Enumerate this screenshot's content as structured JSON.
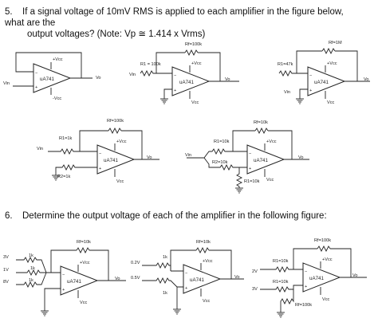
{
  "question5": {
    "number": "5.",
    "line1": "If a signal voltage of 10mV RMS is applied to each amplifier in the figure below, what are the",
    "line2": "output voltages? (Note: Vp ≅ 1.414 x Vrms)"
  },
  "question6": {
    "number": "6.",
    "text": "Determine the output voltage of each of the amplifier in the following figure:"
  },
  "labels": {
    "opamp": "uA741",
    "vcc_pos": "+Vcc",
    "vcc_neg": "-Vcc",
    "vcc_neg_alt": "Vcc",
    "vin": "Vin",
    "vin_lower": "Vin",
    "vo": "Vo",
    "rf_100k": "Rf=100k",
    "rf_1m": "Rf=1M",
    "rf_10k": "Rf=10k",
    "r1_100k": "R1 = 100k",
    "r1_47k": "R1=47k",
    "r1_1k": "R1=1k",
    "r2_1k": "R2=1k",
    "r1_10k": "R1=10k",
    "r2_10k": "R2=10k",
    "r_1k": "1k",
    "v_3": "3V",
    "v_1": "1V",
    "v_8": "8V",
    "v_02": "0.2V",
    "v_05": "0.5V",
    "v_2": "2V",
    "v_3b": "3V"
  },
  "colors": {
    "wire": "#222222",
    "text": "#111111",
    "background": "#ffffff"
  }
}
